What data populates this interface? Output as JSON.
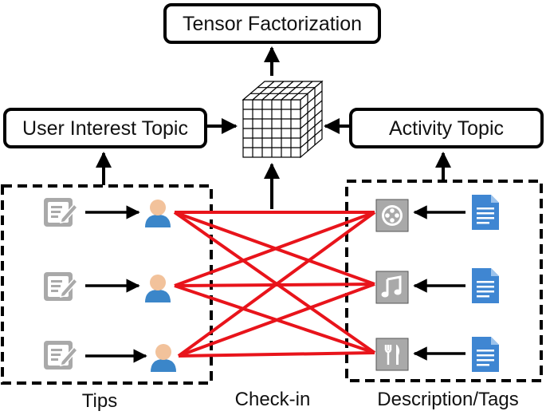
{
  "boxes": {
    "tensor_factorization": "Tensor Factorization",
    "user_interest_topic": "User Interest Topic",
    "activity_topic": "Activity Topic"
  },
  "captions": {
    "tips": "Tips",
    "checkin": "Check-in",
    "description_tags": "Description/Tags"
  },
  "users": [
    "user-1",
    "user-2",
    "user-3"
  ],
  "activities": [
    "movie-icon",
    "music-note-icon",
    "fork-knife-icon"
  ],
  "checkin_edges": [
    [
      0,
      0
    ],
    [
      0,
      1
    ],
    [
      0,
      2
    ],
    [
      1,
      0
    ],
    [
      1,
      1
    ],
    [
      1,
      2
    ],
    [
      2,
      0
    ],
    [
      2,
      1
    ],
    [
      2,
      2
    ]
  ],
  "colors": {
    "edge": "#e8141b",
    "icon_gray": "#a9a9a9",
    "doc_blue": "#3f86d2",
    "avatar_body": "#3b86c9",
    "avatar_face": "#f2c29b"
  }
}
